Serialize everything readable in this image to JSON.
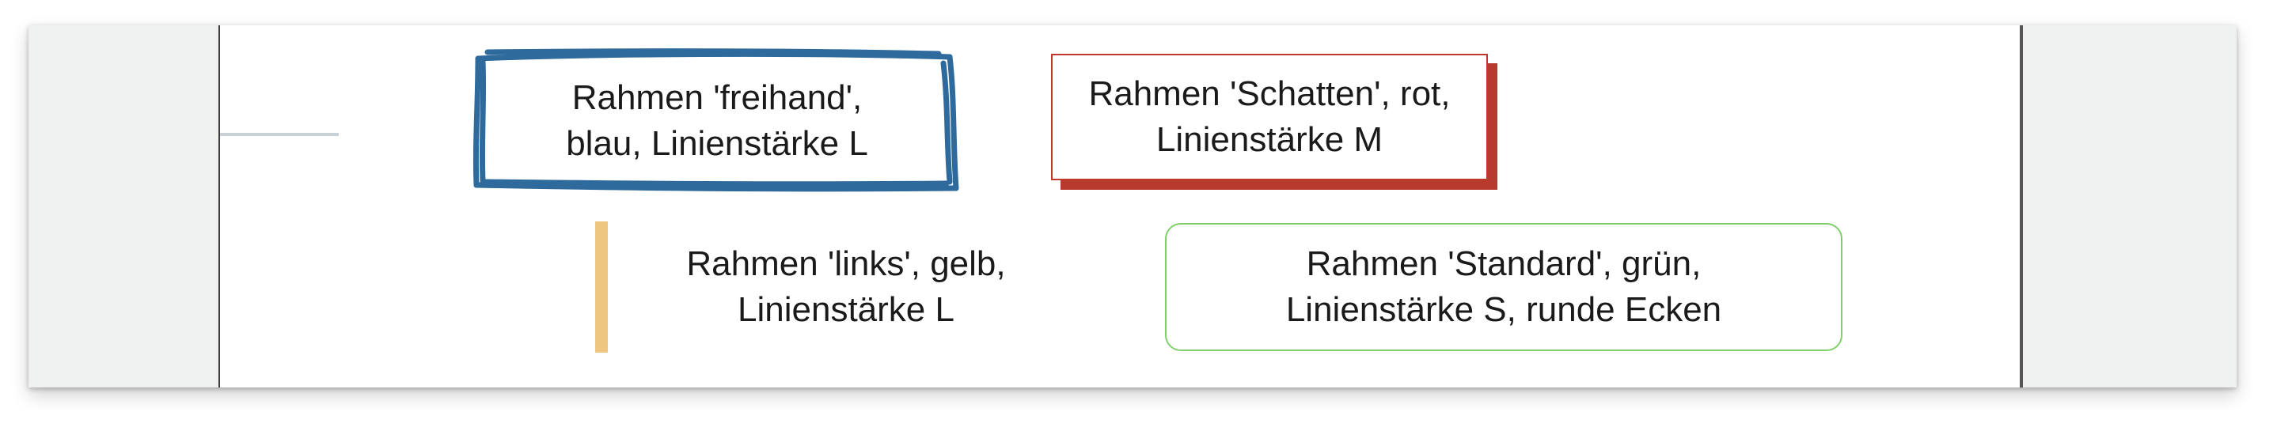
{
  "nodes": {
    "blue": {
      "line1": "Rahmen 'freihand',",
      "line2": "blau, Linienstärke L",
      "color": "#2e6a9c"
    },
    "red": {
      "line1": "Rahmen 'Schatten', rot,",
      "line2": "Linienstärke M",
      "color": "#c0392b"
    },
    "yellow": {
      "line1": "Rahmen 'links', gelb,",
      "line2": "Linienstärke L",
      "color": "#efc67f"
    },
    "green": {
      "line1": "Rahmen 'Standard', grün,",
      "line2": "Linienstärke S, runde Ecken",
      "color": "#7fcf6b"
    }
  }
}
